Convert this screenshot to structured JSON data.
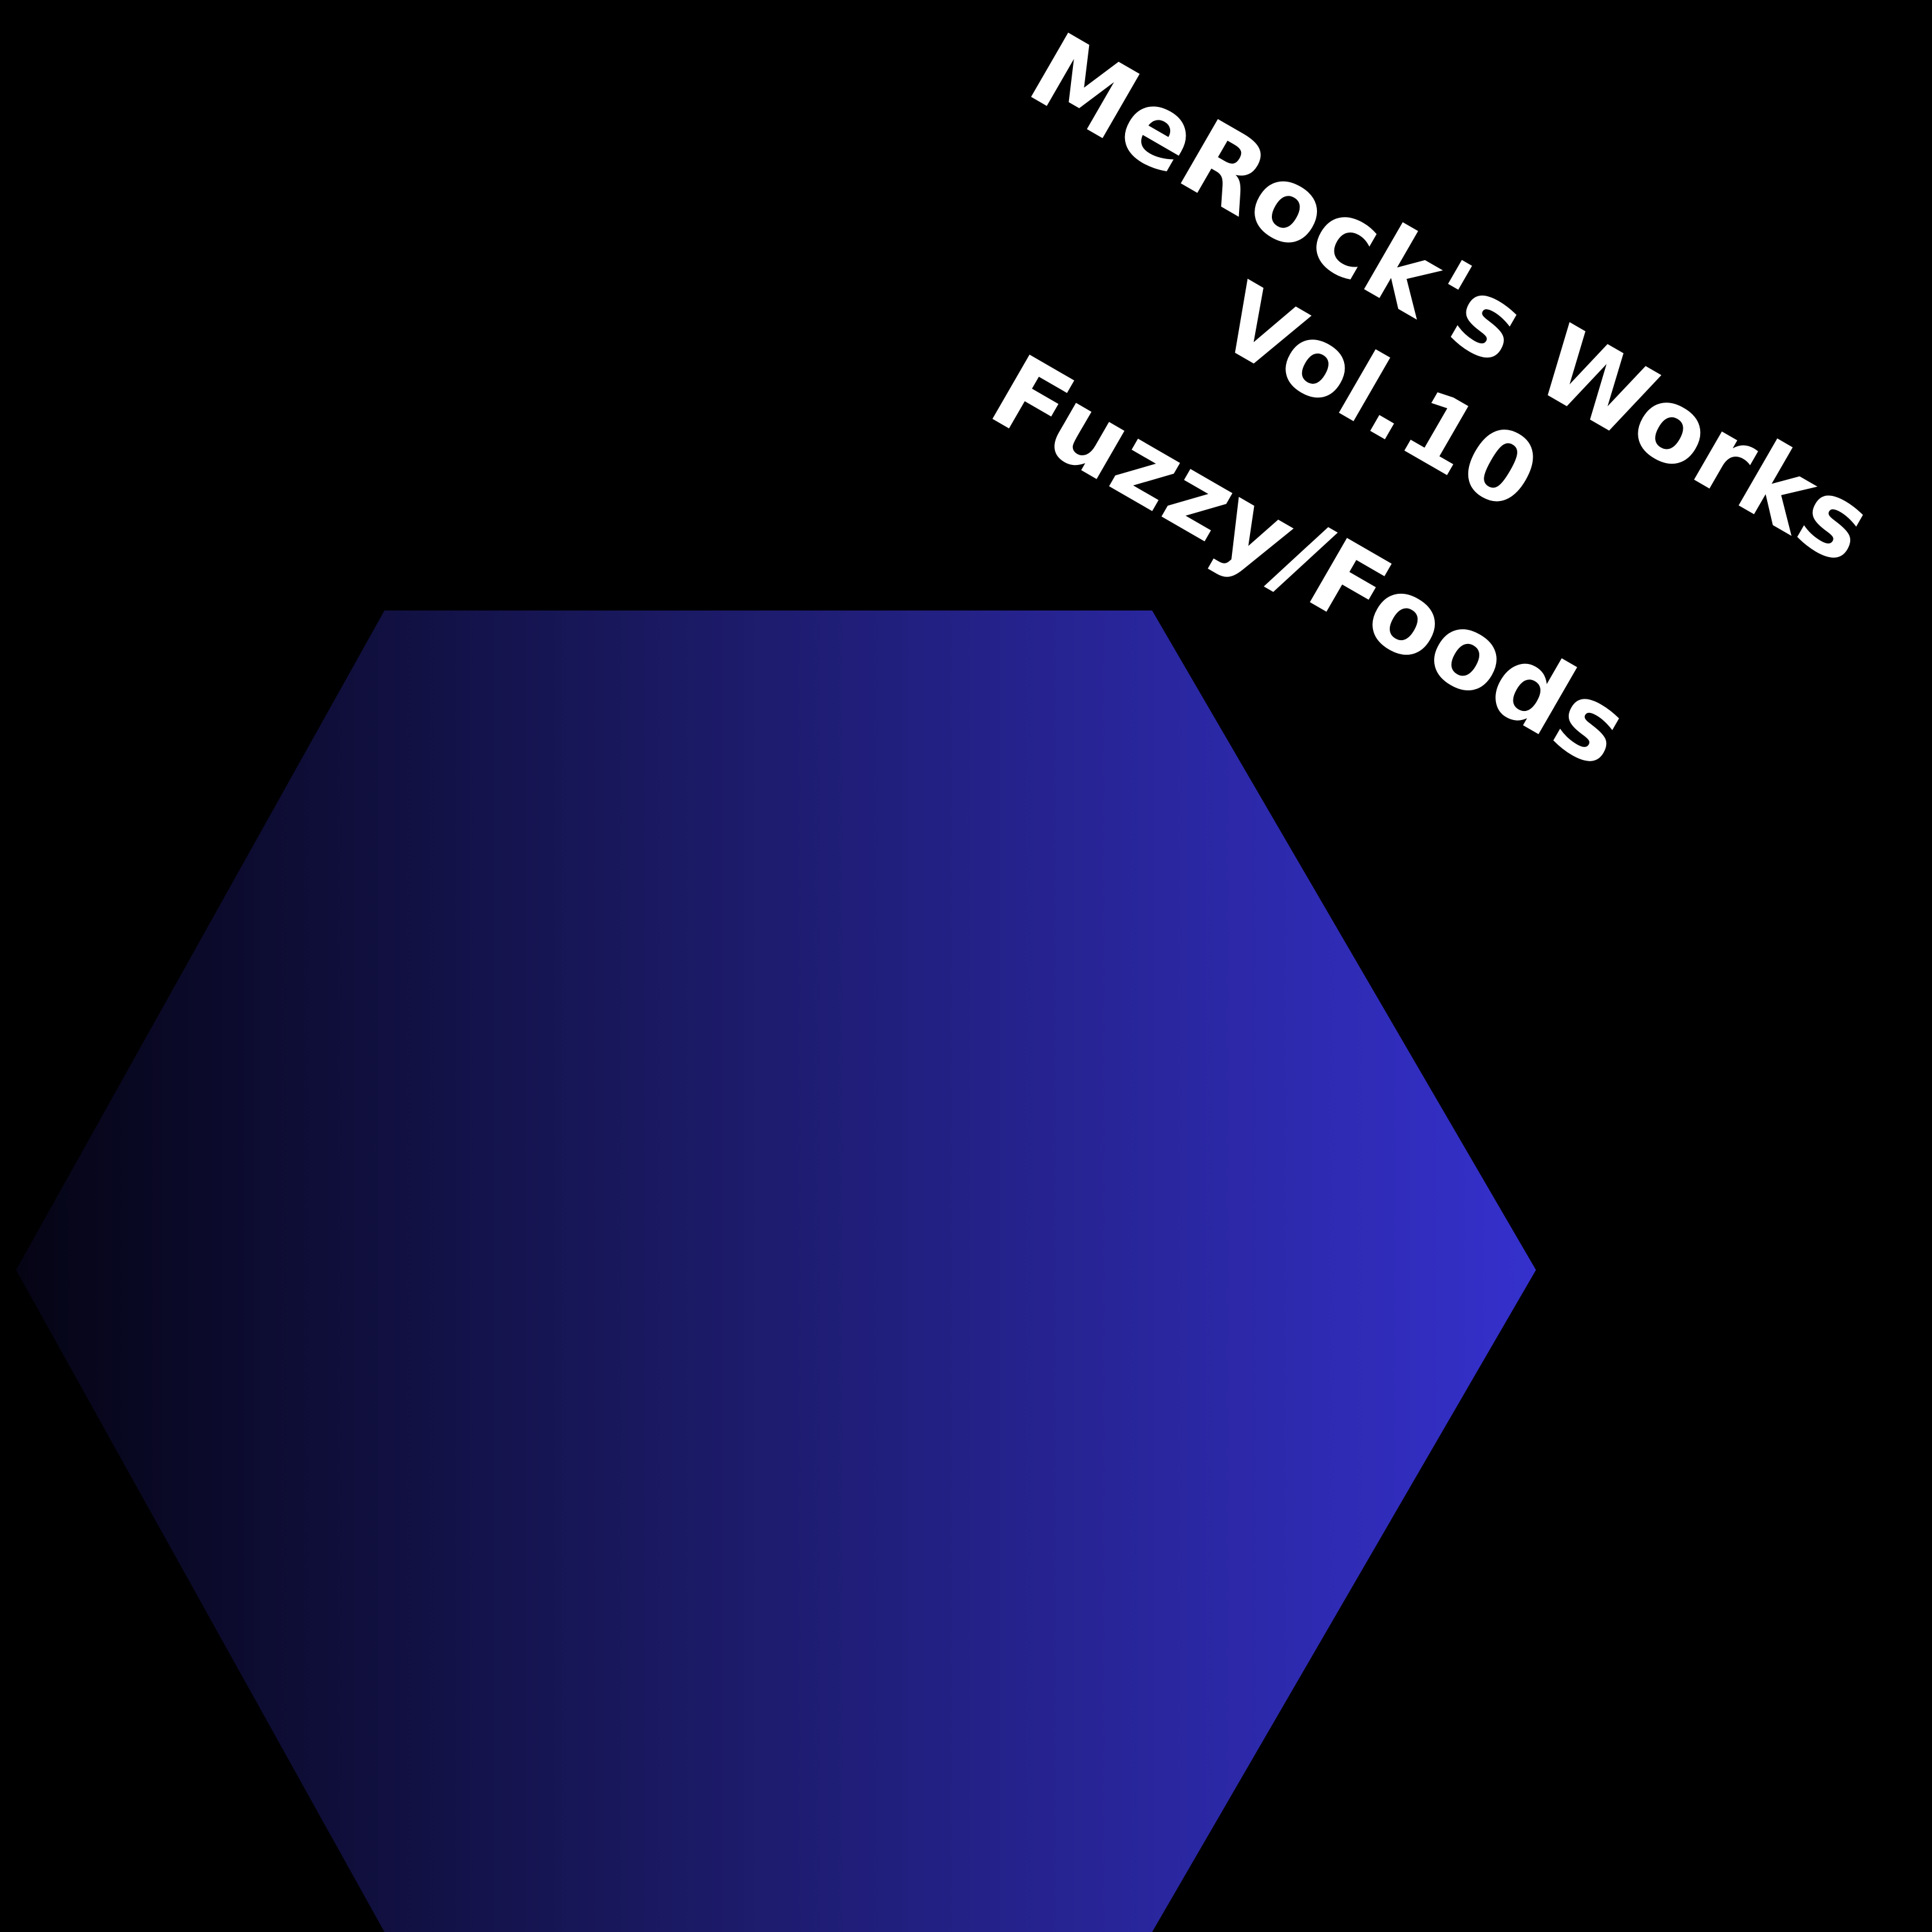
{
  "cover": {
    "background_color": "#000000",
    "title": {
      "line_1": "MeRock's Works",
      "line_2": "Vol.10",
      "line_3": "Fuzzy/Foods",
      "color": "#ffffff"
    },
    "hexagon": {
      "gradient_start_color": "#050414",
      "gradient_mid_color": "#1b1a66",
      "gradient_end_color": "#3530cc"
    }
  }
}
